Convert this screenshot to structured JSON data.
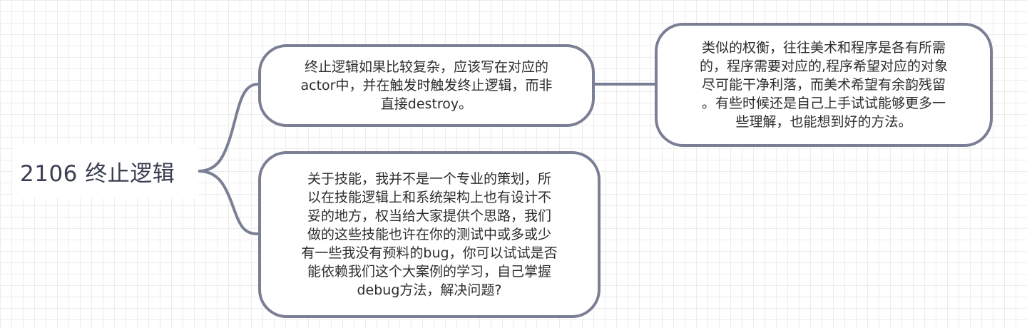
{
  "diagram": {
    "root": {
      "label": "2106 终止逻辑"
    },
    "topics": [
      {
        "lines": [
          "终止逻辑如果比较复杂，应该写在对应的",
          "actor中，并在触发时触发终止逻辑，而非",
          "直接destroy。"
        ],
        "children": [
          {
            "lines": [
              "类似的权衡，往往美术和程序是各有所需",
              "的，程序需要对应的,程序希望对应的对象",
              "尽可能干净利落，而美术希望有余韵残留",
              "。有些时候还是自己上手试试能够更多一",
              "些理解，也能想到好的方法。"
            ]
          }
        ]
      },
      {
        "lines": [
          "关于技能，我并不是一个专业的策划，所",
          "以在技能逻辑上和系统架构上也有设计不",
          "妥的地方，权当给大家提供个思路，我们",
          "做的这些技能也许在你的测试中或多或少",
          "有一些我没有预料的bug，你可以试试是否",
          "能依赖我们这个大案例的学习，自己掌握",
          "debug方法，解决问题?"
        ]
      }
    ]
  },
  "colors": {
    "border": "#7a7f95",
    "connector": "#7a7f95",
    "root_text": "#3a3f52",
    "grid": "#ececec"
  }
}
